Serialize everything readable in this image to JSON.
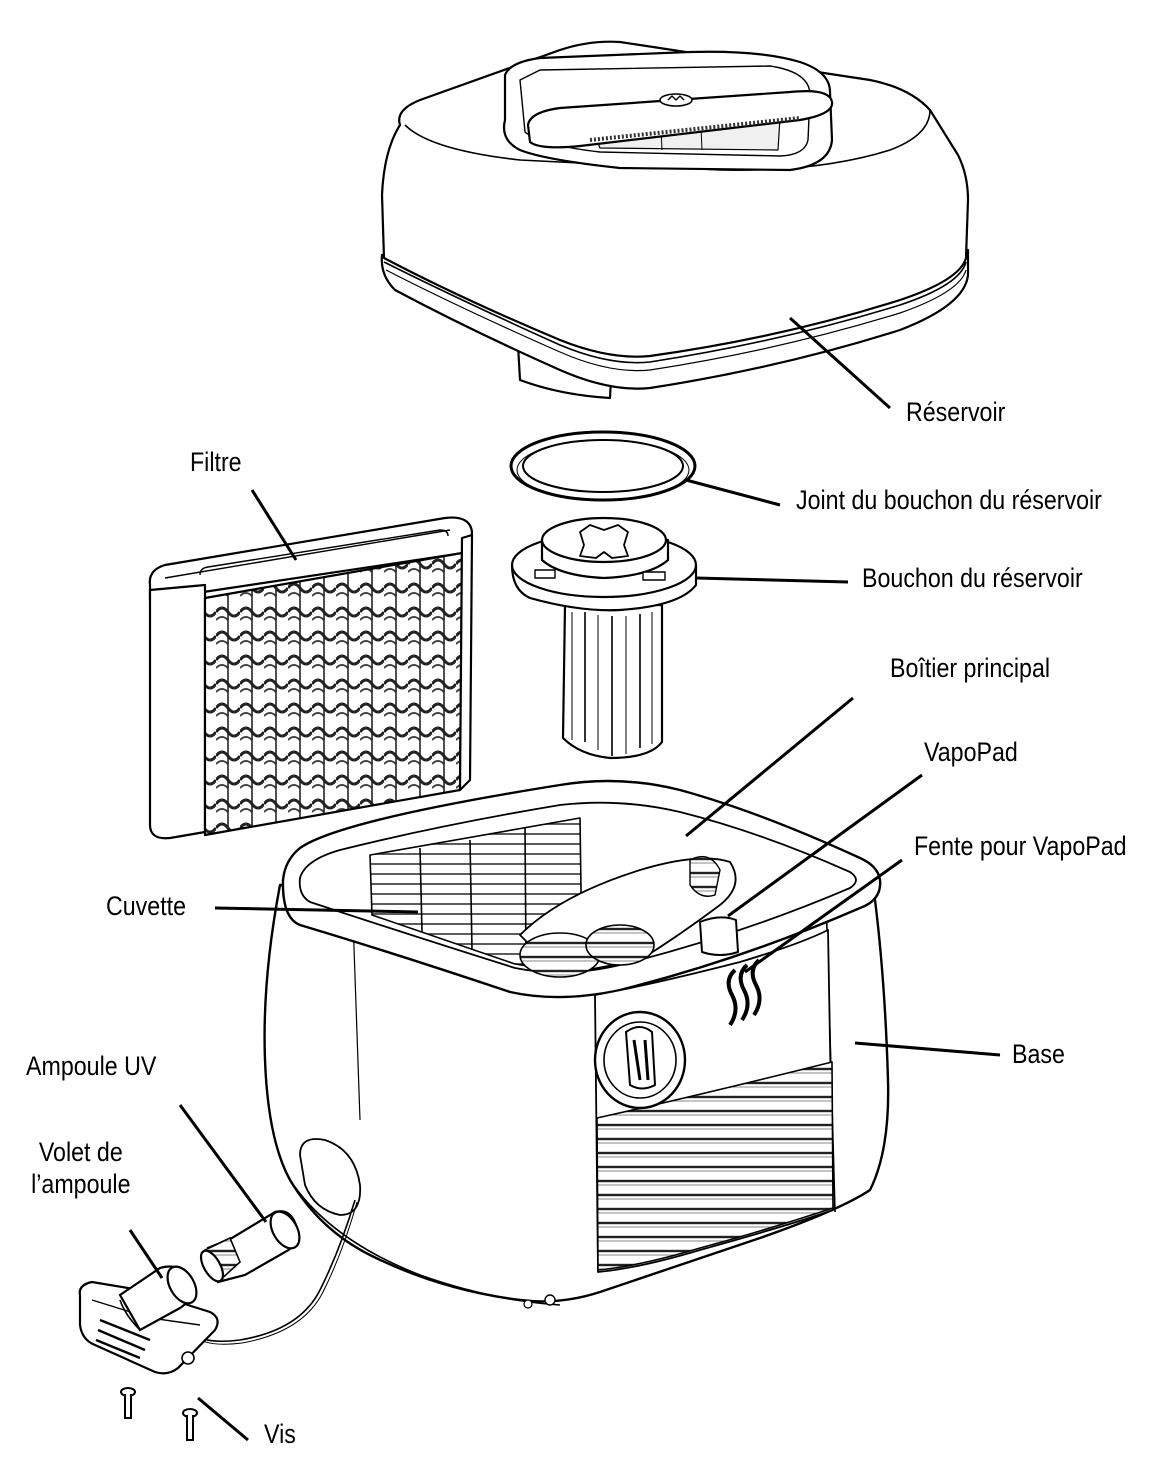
{
  "labels": {
    "reservoir": "Réservoir",
    "joint": "Joint du bouchon du réservoir",
    "bouchon": "Bouchon du réservoir",
    "filtre": "Filtre",
    "boitier": "Boîtier principal",
    "vapopad": "VapoPad",
    "fente": "Fente pour VapoPad",
    "cuvette": "Cuvette",
    "base": "Base",
    "ampoule_uv": "Ampoule UV",
    "volet_line1": "Volet de",
    "volet_line2": "l’ampoule",
    "vis": "Vis"
  },
  "colors": {
    "line": "#000000",
    "fill": "#ffffff",
    "shade": "#e6e6e6",
    "dark": "#555555"
  }
}
